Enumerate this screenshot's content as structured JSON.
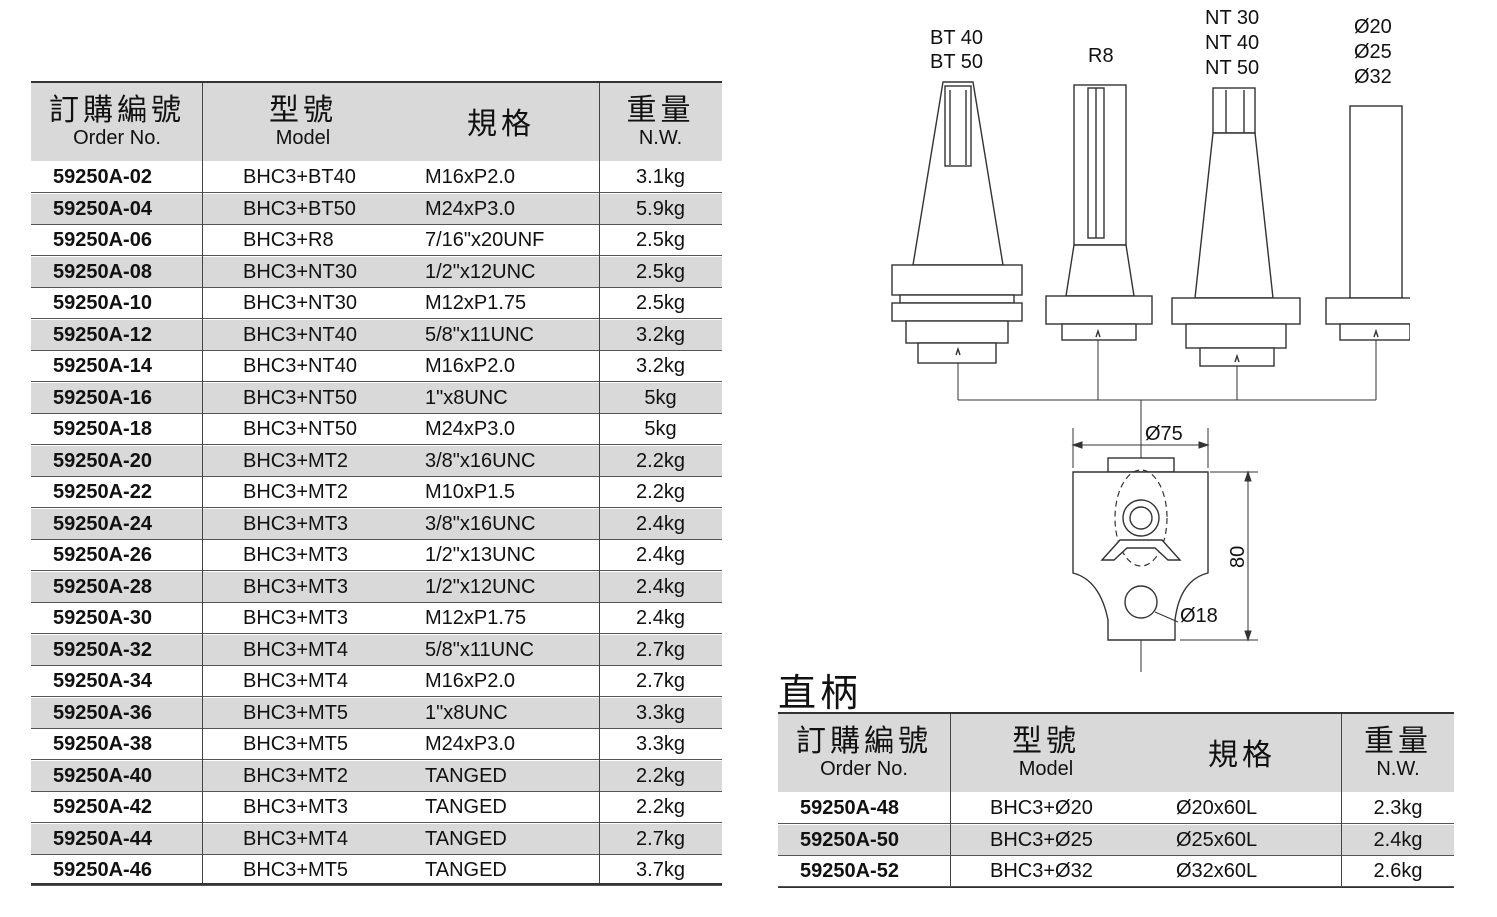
{
  "main_table": {
    "headers": [
      {
        "zh": "訂購編號",
        "en": "Order No."
      },
      {
        "zh": "型號",
        "en": "Model"
      },
      {
        "zh": "規格",
        "en": ""
      },
      {
        "zh": "重量",
        "en": "N.W."
      }
    ],
    "rows": [
      [
        "59250A-02",
        "BHC3+BT40",
        "M16xP2.0",
        "3.1kg"
      ],
      [
        "59250A-04",
        "BHC3+BT50",
        "M24xP3.0",
        "5.9kg"
      ],
      [
        "59250A-06",
        "BHC3+R8",
        "7/16\"x20UNF",
        "2.5kg"
      ],
      [
        "59250A-08",
        "BHC3+NT30",
        "1/2\"x12UNC",
        "2.5kg"
      ],
      [
        "59250A-10",
        "BHC3+NT30",
        "M12xP1.75",
        "2.5kg"
      ],
      [
        "59250A-12",
        "BHC3+NT40",
        "5/8\"x11UNC",
        "3.2kg"
      ],
      [
        "59250A-14",
        "BHC3+NT40",
        "M16xP2.0",
        "3.2kg"
      ],
      [
        "59250A-16",
        "BHC3+NT50",
        "1\"x8UNC",
        "5kg"
      ],
      [
        "59250A-18",
        "BHC3+NT50",
        "M24xP3.0",
        "5kg"
      ],
      [
        "59250A-20",
        "BHC3+MT2",
        "3/8\"x16UNC",
        "2.2kg"
      ],
      [
        "59250A-22",
        "BHC3+MT2",
        "M10xP1.5",
        "2.2kg"
      ],
      [
        "59250A-24",
        "BHC3+MT3",
        "3/8\"x16UNC",
        "2.4kg"
      ],
      [
        "59250A-26",
        "BHC3+MT3",
        "1/2\"x13UNC",
        "2.4kg"
      ],
      [
        "59250A-28",
        "BHC3+MT3",
        "1/2\"x12UNC",
        "2.4kg"
      ],
      [
        "59250A-30",
        "BHC3+MT3",
        "M12xP1.75",
        "2.4kg"
      ],
      [
        "59250A-32",
        "BHC3+MT4",
        "5/8\"x11UNC",
        "2.7kg"
      ],
      [
        "59250A-34",
        "BHC3+MT4",
        "M16xP2.0",
        "2.7kg"
      ],
      [
        "59250A-36",
        "BHC3+MT5",
        "1\"x8UNC",
        "3.3kg"
      ],
      [
        "59250A-38",
        "BHC3+MT5",
        "M24xP3.0",
        "3.3kg"
      ],
      [
        "59250A-40",
        "BHC3+MT2",
        "TANGED",
        "2.2kg"
      ],
      [
        "59250A-42",
        "BHC3+MT3",
        "TANGED",
        "2.2kg"
      ],
      [
        "59250A-44",
        "BHC3+MT4",
        "TANGED",
        "2.7kg"
      ],
      [
        "59250A-46",
        "BHC3+MT5",
        "TANGED",
        "3.7kg"
      ]
    ]
  },
  "straight_section": {
    "title": "直柄",
    "headers": [
      {
        "zh": "訂購編號",
        "en": "Order No."
      },
      {
        "zh": "型號",
        "en": "Model"
      },
      {
        "zh": "規格",
        "en": ""
      },
      {
        "zh": "重量",
        "en": "N.W."
      }
    ],
    "rows": [
      [
        "59250A-48",
        "BHC3+Ø20",
        "Ø20x60L",
        "2.3kg"
      ],
      [
        "59250A-50",
        "BHC3+Ø25",
        "Ø25x60L",
        "2.4kg"
      ],
      [
        "59250A-52",
        "BHC3+Ø32",
        "Ø32x60L",
        "2.6kg"
      ]
    ]
  },
  "diagram": {
    "labels": {
      "bt": [
        "BT 40",
        "BT 50"
      ],
      "r8": "R8",
      "nt": [
        "NT 30",
        "NT 40",
        "NT 50"
      ],
      "dia": [
        "Ø20",
        "Ø25",
        "Ø32"
      ],
      "d75": "Ø75",
      "h80": "80",
      "d18": "Ø18"
    }
  }
}
